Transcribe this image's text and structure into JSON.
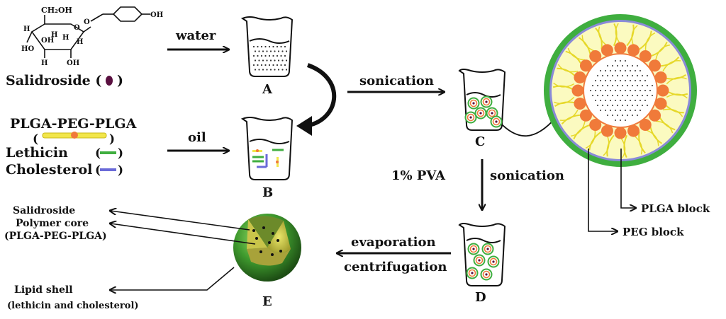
{
  "molecule": {
    "ch2oh": "CH₂OH",
    "oh": "OH",
    "h": "H",
    "ho": "HO",
    "oh_left": "HO",
    "label": "Salidroside (",
    "label_close": ")"
  },
  "ingredients": {
    "plga_peg_plga": "PLGA-PEG-PLGA",
    "paren_open": "(",
    "paren_close": ")",
    "lethicin": "Lethicin",
    "cholesterol": "Cholesterol",
    "lp_open": "(",
    "lp_close": ")"
  },
  "arrows": {
    "water": "water",
    "oil": "oil",
    "sonication1": "sonication",
    "pva": "1% PVA",
    "sonication2": "sonication",
    "evaporation": "evaporation",
    "centrifugation": "centrifugation"
  },
  "beakers": {
    "a": "A",
    "b": "B",
    "c": "C",
    "d": "D",
    "e": "E"
  },
  "nanoparticle": {
    "plga_block": "PLGA block",
    "peg_block": "PEG block"
  },
  "particle_labels": {
    "salidroside": "Salidroside",
    "polymer_core": "Polymer core",
    "polymer_core_detail": "(PLGA-PEG-PLGA)",
    "lipid_shell": "Lipid shell",
    "lipid_shell_detail": "(lethicin and cholesterol)"
  },
  "colors": {
    "lecithin": "#3fae3f",
    "cholesterol": "#6a6ad8",
    "plga": "#f07a3a",
    "peg": "#f2e64a",
    "salidroside": "#5a1040"
  }
}
